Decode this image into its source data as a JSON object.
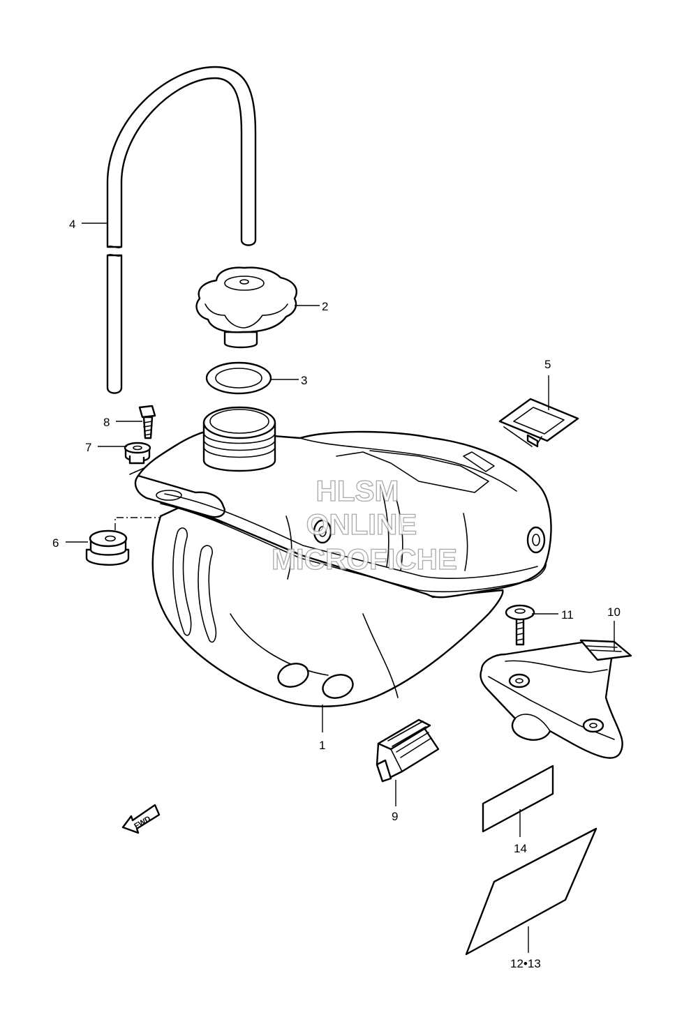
{
  "watermark": {
    "line1": "HLSM",
    "line2": "ONLINE",
    "line3": "MICROFICHE"
  },
  "direction_badge": "FWD",
  "callouts": [
    {
      "id": "1",
      "label": "1",
      "part": "fuel-tank"
    },
    {
      "id": "2",
      "label": "2",
      "part": "fuel-cap"
    },
    {
      "id": "3",
      "label": "3",
      "part": "cap-gasket"
    },
    {
      "id": "4",
      "label": "4",
      "part": "breather-hose"
    },
    {
      "id": "5",
      "label": "5",
      "part": "tank-strap-buckle"
    },
    {
      "id": "6",
      "label": "6",
      "part": "rubber-cushion"
    },
    {
      "id": "7",
      "label": "7",
      "part": "washer-collar"
    },
    {
      "id": "8",
      "label": "8",
      "part": "bolt"
    },
    {
      "id": "9",
      "label": "9",
      "part": "tank-cushion-pad"
    },
    {
      "id": "10",
      "label": "10",
      "part": "mounting-bracket"
    },
    {
      "id": "11",
      "label": "11",
      "part": "bracket-screw"
    },
    {
      "id": "12-13",
      "label": "12•13",
      "part": "decal-large"
    },
    {
      "id": "14",
      "label": "14",
      "part": "decal-small"
    }
  ]
}
